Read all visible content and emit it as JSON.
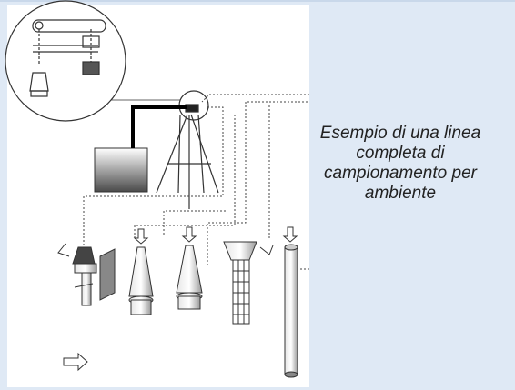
{
  "caption": {
    "lines": [
      "Esempio di una linea",
      "completa di",
      "campionamento per",
      "ambiente"
    ]
  },
  "colors": {
    "background": "#dfe9f5",
    "panel": "#ffffff",
    "stroke": "#333333",
    "pipe": "#000000",
    "text": "#222222"
  },
  "icons": [
    "detail-magnifier-circle",
    "pump-box",
    "tripod-stand",
    "sampler-heads",
    "collector-tube",
    "flow-arrow"
  ]
}
